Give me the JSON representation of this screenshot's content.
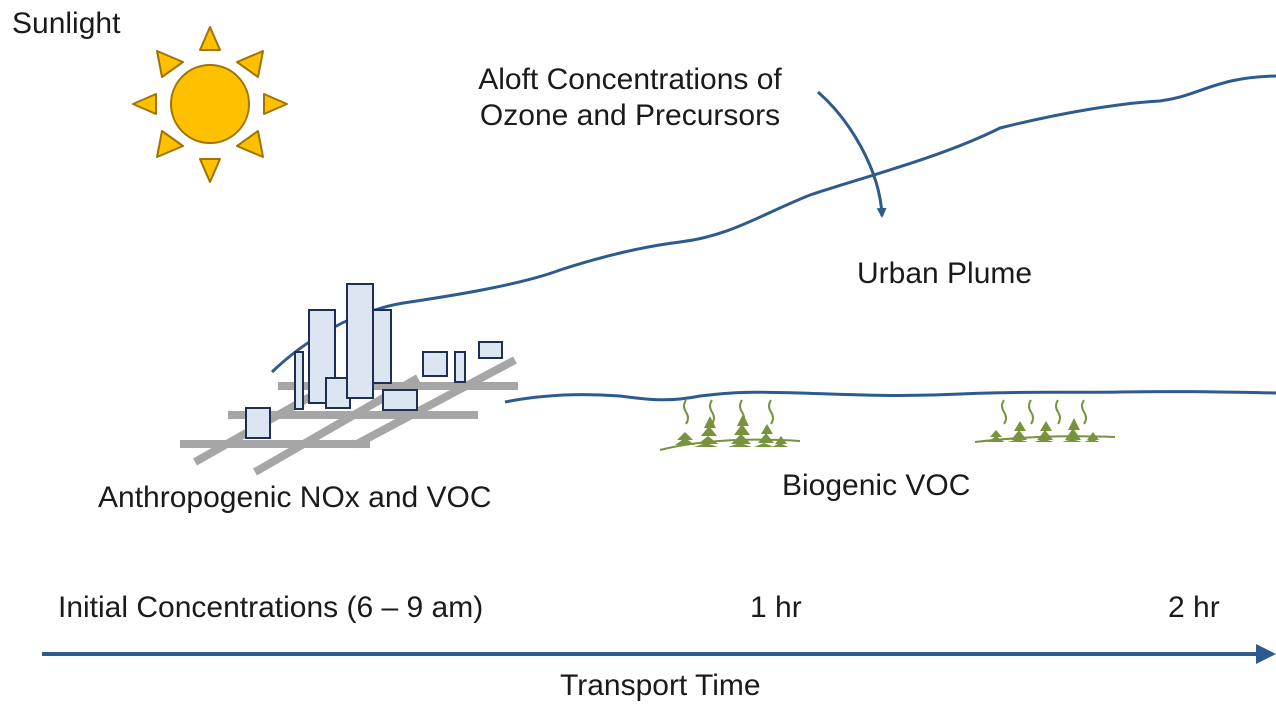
{
  "labels": {
    "sunlight": "Sunlight",
    "aloft_line1": "Aloft Concentrations of",
    "aloft_line2": "Ozone and Precursors",
    "urban_plume": "Urban Plume",
    "anthropogenic": "Anthropogenic NOx and VOC",
    "biogenic": "Biogenic VOC",
    "initial": "Initial Concentrations (6 – 9 am)",
    "hr1": "1 hr",
    "hr2": "2 hr",
    "transport_time": "Transport Time"
  },
  "colors": {
    "line": "#2e5b8f",
    "sun_fill": "#ffc000",
    "sun_stroke": "#a07400",
    "building_fill": "#dce6f2",
    "building_stroke": "#1f2f4f",
    "road": "#a6a6a6",
    "vegetation": "#77933c"
  },
  "icons": {
    "sun": "sun-icon",
    "city": "city-buildings-icon",
    "trees": "trees-icon"
  }
}
